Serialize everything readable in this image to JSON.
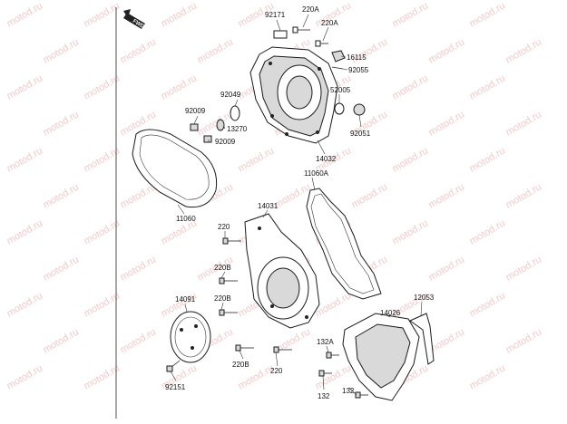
{
  "watermark": "motod.ru",
  "fwd_label": "FWD",
  "callouts": [
    {
      "id": "92171",
      "label": "92171"
    },
    {
      "id": "220A-a",
      "label": "220A"
    },
    {
      "id": "220A-b",
      "label": "220A"
    },
    {
      "id": "16115",
      "label": "16115"
    },
    {
      "id": "92055",
      "label": "92055"
    },
    {
      "id": "52005",
      "label": "52005"
    },
    {
      "id": "92049",
      "label": "92049"
    },
    {
      "id": "92009-a",
      "label": "92009"
    },
    {
      "id": "13270",
      "label": "13270"
    },
    {
      "id": "92009-b",
      "label": "92009"
    },
    {
      "id": "92051",
      "label": "92051"
    },
    {
      "id": "14032",
      "label": "14032"
    },
    {
      "id": "11060A",
      "label": "11060A"
    },
    {
      "id": "11060",
      "label": "11060"
    },
    {
      "id": "14031",
      "label": "14031"
    },
    {
      "id": "220-a",
      "label": "220"
    },
    {
      "id": "220B-a",
      "label": "220B"
    },
    {
      "id": "220B-b",
      "label": "220B"
    },
    {
      "id": "14091",
      "label": "14091"
    },
    {
      "id": "12053",
      "label": "12053"
    },
    {
      "id": "14026",
      "label": "14026"
    },
    {
      "id": "132A",
      "label": "132A"
    },
    {
      "id": "220B-c",
      "label": "220B"
    },
    {
      "id": "220-b",
      "label": "220"
    },
    {
      "id": "92151",
      "label": "92151"
    },
    {
      "id": "132-a",
      "label": "132"
    },
    {
      "id": "132-b",
      "label": "132"
    }
  ]
}
